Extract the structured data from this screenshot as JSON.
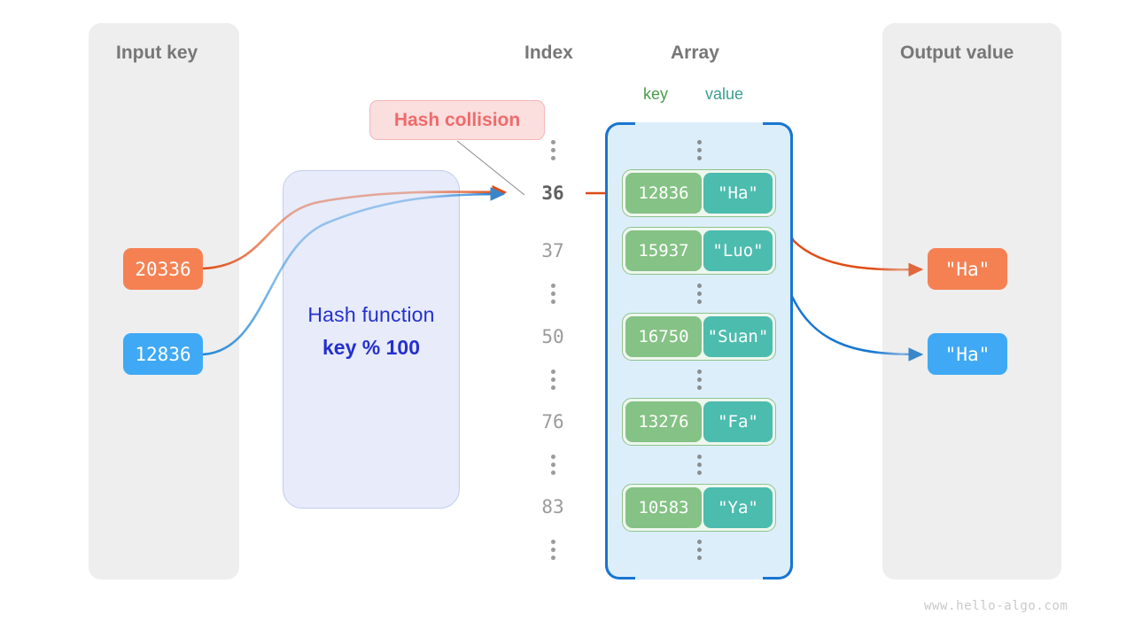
{
  "panels": {
    "input": {
      "title": "Input key"
    },
    "output": {
      "title": "Output value"
    }
  },
  "headers": {
    "index": "Index",
    "array": "Array",
    "key": "key",
    "value": "value"
  },
  "hash_function": {
    "label": "Hash function",
    "formula": "key % 100"
  },
  "annotation": {
    "collision_label": "Hash collision"
  },
  "input_keys": [
    {
      "text": "20336",
      "color": "#f58153"
    },
    {
      "text": "12836",
      "color": "#3fa9f5"
    }
  ],
  "output_values": [
    {
      "text": "\"Ha\"",
      "color": "#f58153"
    },
    {
      "text": "\"Ha\"",
      "color": "#3fa9f5"
    }
  ],
  "index_column": [
    {
      "kind": "dots"
    },
    {
      "kind": "index",
      "text": "36",
      "current": true
    },
    {
      "kind": "index",
      "text": "37",
      "current": false
    },
    {
      "kind": "dots"
    },
    {
      "kind": "index",
      "text": "50",
      "current": false
    },
    {
      "kind": "dots"
    },
    {
      "kind": "index",
      "text": "76",
      "current": false
    },
    {
      "kind": "dots"
    },
    {
      "kind": "index",
      "text": "83",
      "current": false
    },
    {
      "kind": "dots"
    }
  ],
  "array_entries": [
    {
      "key": "12836",
      "value": "\"Ha\""
    },
    {
      "key": "15937",
      "value": "\"Luo\""
    },
    {
      "key": "16750",
      "value": "\"Suan\""
    },
    {
      "key": "13276",
      "value": "\"Fa\""
    },
    {
      "key": "10583",
      "value": "\"Ya\""
    }
  ],
  "colors": {
    "orange": "#f58153",
    "orange_line": "#e04c16",
    "blue": "#3fa9f5",
    "blue_line": "#1976d2",
    "key_green": "#85c285",
    "value_teal": "#4cbcae",
    "panel_gray": "#eeeeee",
    "array_fill": "#ddeefb",
    "hash_fill": "#e7ebfa",
    "hash_text": "#2330cd",
    "collision_fill": "#fbdede",
    "collision_text": "#ef6b6b"
  },
  "watermark": "www.hello-algo.com"
}
